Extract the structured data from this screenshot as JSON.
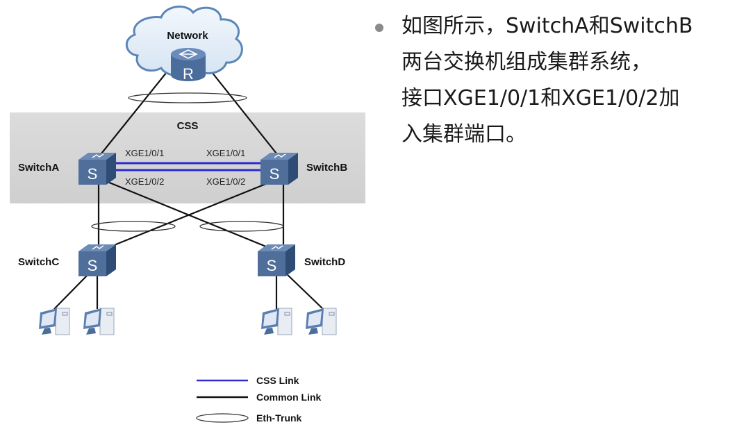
{
  "diagram": {
    "cloud_label": "Network",
    "router_glyph": "R",
    "css_label": "CSS",
    "switch_glyph": "S",
    "switches": {
      "a": "SwitchA",
      "b": "SwitchB",
      "c": "SwitchC",
      "d": "SwitchD"
    },
    "ports": {
      "a_top": "XGE1/0/1",
      "a_bottom": "XGE1/0/2",
      "b_top": "XGE1/0/1",
      "b_bottom": "XGE1/0/2"
    },
    "legend": [
      {
        "label": "CSS Link",
        "type": "css-link"
      },
      {
        "label": "Common Link",
        "type": "common-link"
      },
      {
        "label": "Eth-Trunk",
        "type": "eth-trunk"
      }
    ],
    "colors": {
      "css_link": "#2a2ad0",
      "common_link": "#111111",
      "device_blue": "#4f6f9a",
      "css_area": "#d4d4d4",
      "cloud": "#e4eef8",
      "cloud_border": "#5a86b8"
    }
  },
  "text": {
    "lines": [
      "如图所示，SwitchA和SwitchB",
      "两台交换机组成集群系统，",
      "接口XGE1/0/1和XGE1/0/2加",
      "入集群端口。"
    ]
  }
}
